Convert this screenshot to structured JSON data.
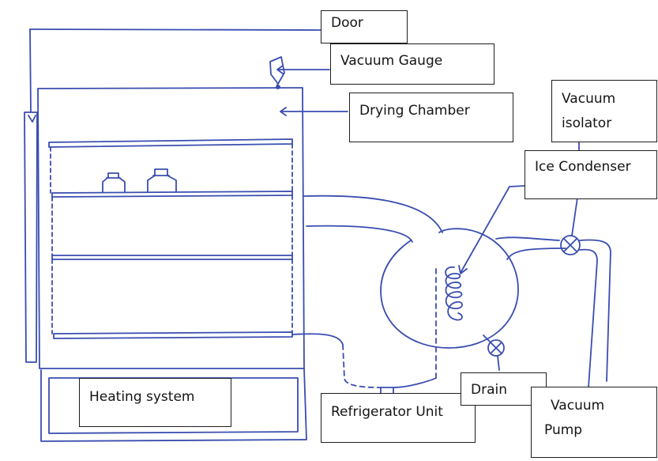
{
  "labels": {
    "door": "Door",
    "vacuum_gauge": "Vacuum Gauge",
    "drying_chamber": "Drying Chamber",
    "vacuum_isolator_line1": "Vacuum",
    "vacuum_isolator_line2": "isolator",
    "ice_condenser": "Ice Condenser",
    "heating_system": "Heating system",
    "refrigerator_unit": "Refrigerator Unit",
    "drain": "Drain",
    "vacuum_pump_line1": "Vacuum",
    "vacuum_pump_line2": "Pump"
  },
  "colors": {
    "ink": "#3a4db0",
    "label_border": "#1e1e1e",
    "text": "#141414"
  }
}
